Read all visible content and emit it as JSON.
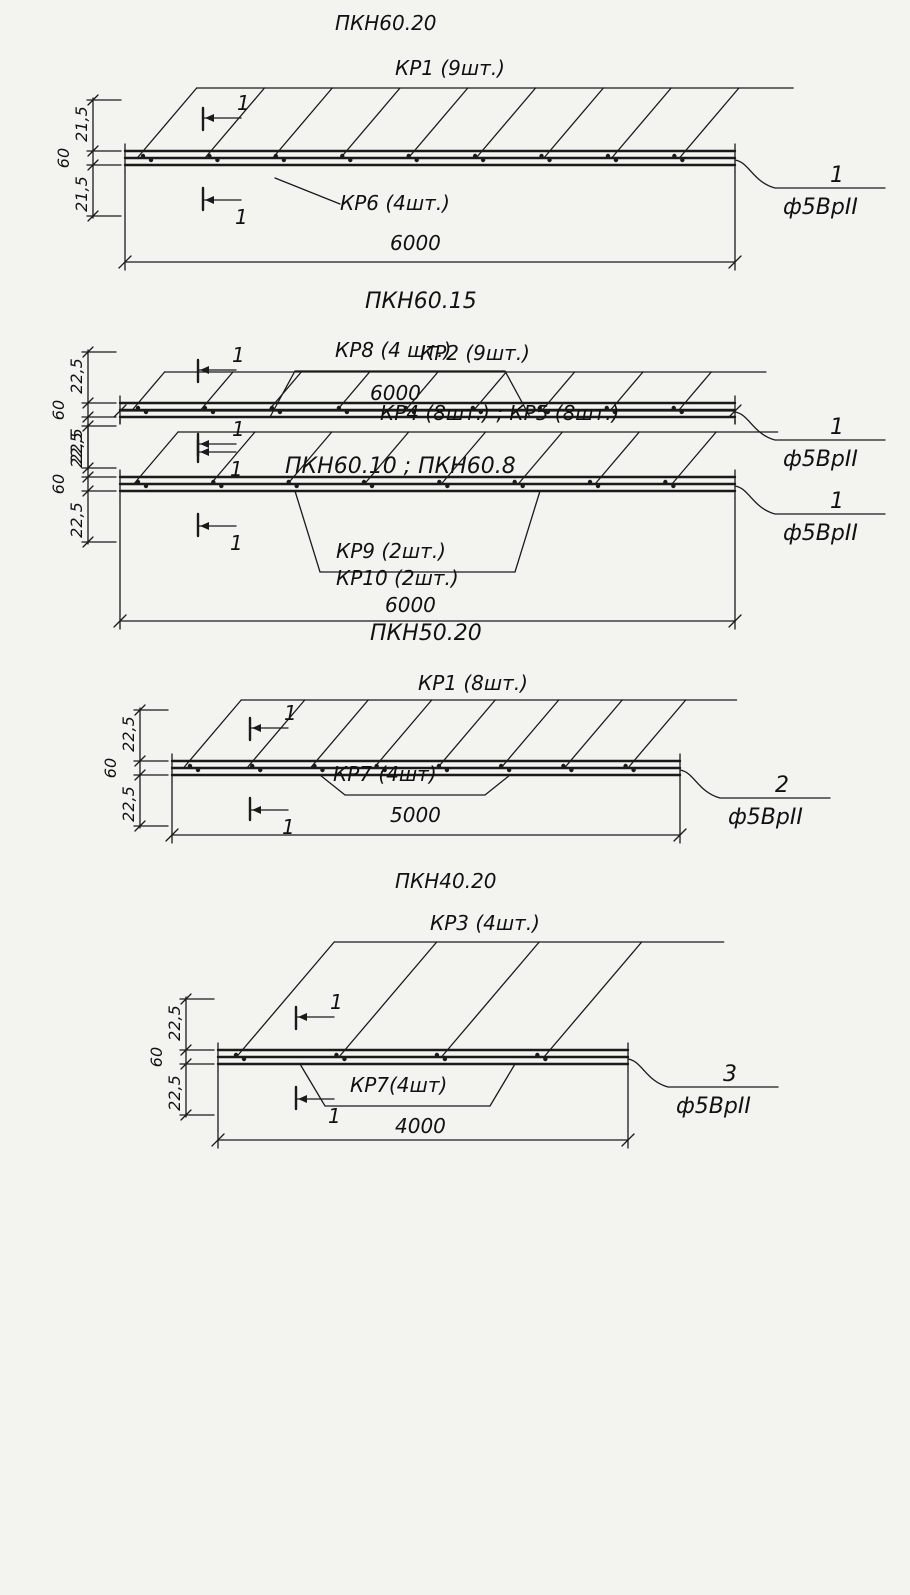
{
  "colors": {
    "paper": "#f3f3f0",
    "ink": "#1a1a1a"
  },
  "panels": [
    {
      "title": "ПКН60.20",
      "top_label": "КР1 (9шт.)",
      "lower_label": "КР6 (4шт.)",
      "lower_label_2": "",
      "length": "6000",
      "dim_upper": "21,5",
      "dim_mid": "60",
      "dim_lower": "21,5",
      "tag_number": "1",
      "tag_bar": "ф5ВрII",
      "section_mark": "1",
      "bays": 9
    },
    {
      "title": "ПКН60.15",
      "top_label": "КР2 (9шт.)",
      "lower_label": "КР8 (4 шт.)",
      "lower_label_2": "",
      "length": "6000",
      "dim_upper": "22,5",
      "dim_mid": "60",
      "dim_lower": "22,5",
      "tag_number": "1",
      "tag_bar": "ф5ВрII",
      "section_mark": "1",
      "bays": 9
    },
    {
      "title": "ПКН60.10 ; ПКН60.8",
      "top_label": "КР4 (8шт.) ; КР5 (8шт.)",
      "lower_label": "КР9 (2шт.)",
      "lower_label_2": "КР10 (2шт.)",
      "length": "6000",
      "dim_upper": "22,5",
      "dim_mid": "60",
      "dim_lower": "22,5",
      "tag_number": "1",
      "tag_bar": "ф5ВрII",
      "section_mark": "1",
      "bays": 8
    },
    {
      "title": "ПКН50.20",
      "top_label": "КР1 (8шт.)",
      "lower_label": "КР7 (4шт)",
      "lower_label_2": "",
      "length": "5000",
      "dim_upper": "22,5",
      "dim_mid": "60",
      "dim_lower": "22,5",
      "tag_number": "2",
      "tag_bar": "ф5ВрII",
      "section_mark": "1",
      "bays": 8
    },
    {
      "title": "ПКН40.20",
      "top_label": "КР3 (4шт.)",
      "lower_label": "КР7(4шт)",
      "lower_label_2": "",
      "length": "4000",
      "dim_upper": "22,5",
      "dim_mid": "60",
      "dim_lower": "22,5",
      "tag_number": "3",
      "tag_bar": "ф5ВрII",
      "section_mark": "1",
      "bays": 4
    }
  ]
}
